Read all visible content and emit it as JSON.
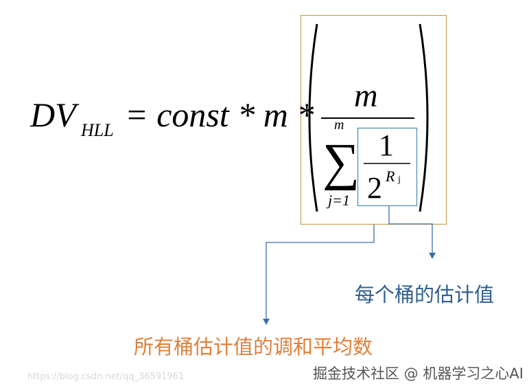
{
  "formula": {
    "lhs_main": "DV",
    "lhs_sub": "HLL",
    "rhs_prefix": "= const * m *",
    "numerator": "m",
    "sum_symbol": "∑",
    "sum_upper": "m",
    "sum_lower": "j=1",
    "inner_numerator": "1",
    "inner_base": "2",
    "inner_exp": "R",
    "inner_exp_sub": "j"
  },
  "labels": {
    "bucket_estimate": "每个桶的估计值",
    "harmonic_mean": "所有桶估计值的调和平均数"
  },
  "watermark": {
    "text": "掘金技术社区 @ 机器学习之心AI",
    "faint_url": "https://blog.csdn.net/qq_36591961"
  },
  "colors": {
    "outer_box": "#c8a050",
    "inner_box": "#4a8ab0",
    "arrow": "#3a6ea5",
    "bucket_label": "#2f5f8f",
    "harmonic_label": "#e0803a"
  }
}
